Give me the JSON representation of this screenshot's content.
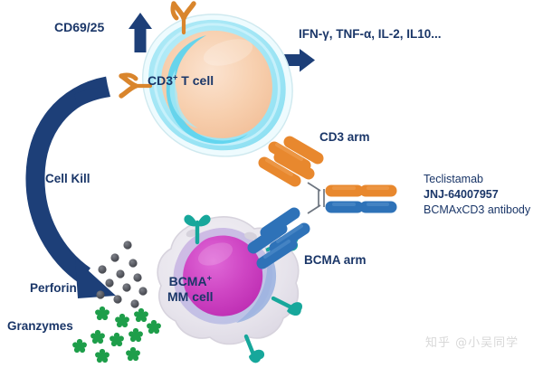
{
  "diagram": {
    "title": "Teclistamab BCMAxCD3 bispecific antibody mechanism of action",
    "background": "#ffffff",
    "colors": {
      "navy_text": "#1a3668",
      "cd3_orange": "#e8882e",
      "bcma_blue": "#2e72b8",
      "tcell_membrane": "#7fdcf0",
      "tcell_cytoplasm": "#f7cfae",
      "mm_nucleus": "#cc44c2",
      "mm_cytoplasm": "#e7e4ec",
      "bcma_receptor_teal": "#17a79b",
      "perforin_gray": "#4d4f55",
      "granzyme_green": "#1e9e4a",
      "watermark_gray": "#d8d8d8"
    }
  },
  "labels": {
    "cd69_25": "CD69/25",
    "cytokines": "IFN-γ, TNF-α, IL-2, IL10...",
    "cell_kill": "Cell Kill",
    "cd3_arm": "CD3 arm",
    "bcma_arm": "BCMA arm",
    "perforin": "Perforin",
    "granzymes": "Granzymes"
  },
  "cells": {
    "t_cell": {
      "name": "CD3",
      "superscript": "+",
      "suffix": " T cell"
    },
    "mm_cell": {
      "line1_name": "BCMA",
      "line1_superscript": "+",
      "line2": "MM cell"
    }
  },
  "antibody": {
    "generic_name": "Teclistamab",
    "code": "JNJ-64007957",
    "description": "BCMAxCD3 antibody"
  },
  "watermark": {
    "text": "知乎 @小吴同学"
  }
}
